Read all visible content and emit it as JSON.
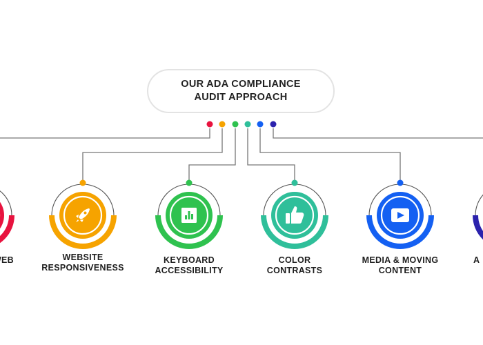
{
  "title": {
    "line1": "OUR ADA COMPLIANCE",
    "line2": "AUDIT APPROACH"
  },
  "steps": [
    {
      "line1": "WEB",
      "line2": "",
      "color": "#e8133f",
      "icon": "globe-icon"
    },
    {
      "line1": "WEBSITE",
      "line2": "RESPONSIVENESS",
      "color": "#f6a300",
      "icon": "rocket-icon"
    },
    {
      "line1": "KEYBOARD",
      "line2": "ACCESSIBILITY",
      "color": "#2fc24f",
      "icon": "bar-chart-icon"
    },
    {
      "line1": "COLOR",
      "line2": "CONTRASTS",
      "color": "#2fbf9a",
      "icon": "thumbs-up-icon"
    },
    {
      "line1": "MEDIA & MOVING",
      "line2": "CONTENT",
      "color": "#1460f2",
      "icon": "play-icon"
    },
    {
      "line1": "A",
      "line2": "",
      "color": "#2b22ad",
      "icon": ""
    }
  ],
  "connector_color": "#777777"
}
